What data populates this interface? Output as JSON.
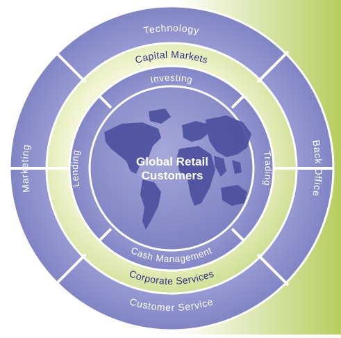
{
  "diagram": {
    "center": {
      "lines": [
        "Global Retail",
        "Customers"
      ]
    },
    "outer_ring": {
      "top": "Technology",
      "right": "Back Office",
      "bottom": "Customer Service",
      "left": "Marketing"
    },
    "green_band": {
      "top": "Capital Markets",
      "bottom": "Corporate Services"
    },
    "inner_ring": {
      "top": "Investing",
      "right": "Trading",
      "bottom": "Cash Management",
      "left": "Lending"
    },
    "colors": {
      "ring_purple": "#8c8fca",
      "ring_purple_dark": "#6e71b4",
      "band_text": "#2f2f7d",
      "backdrop_green": "#bdd169",
      "center_purple": "#8a8cc8",
      "map_land": "#4f52a0",
      "divider": "#ffffff"
    }
  }
}
